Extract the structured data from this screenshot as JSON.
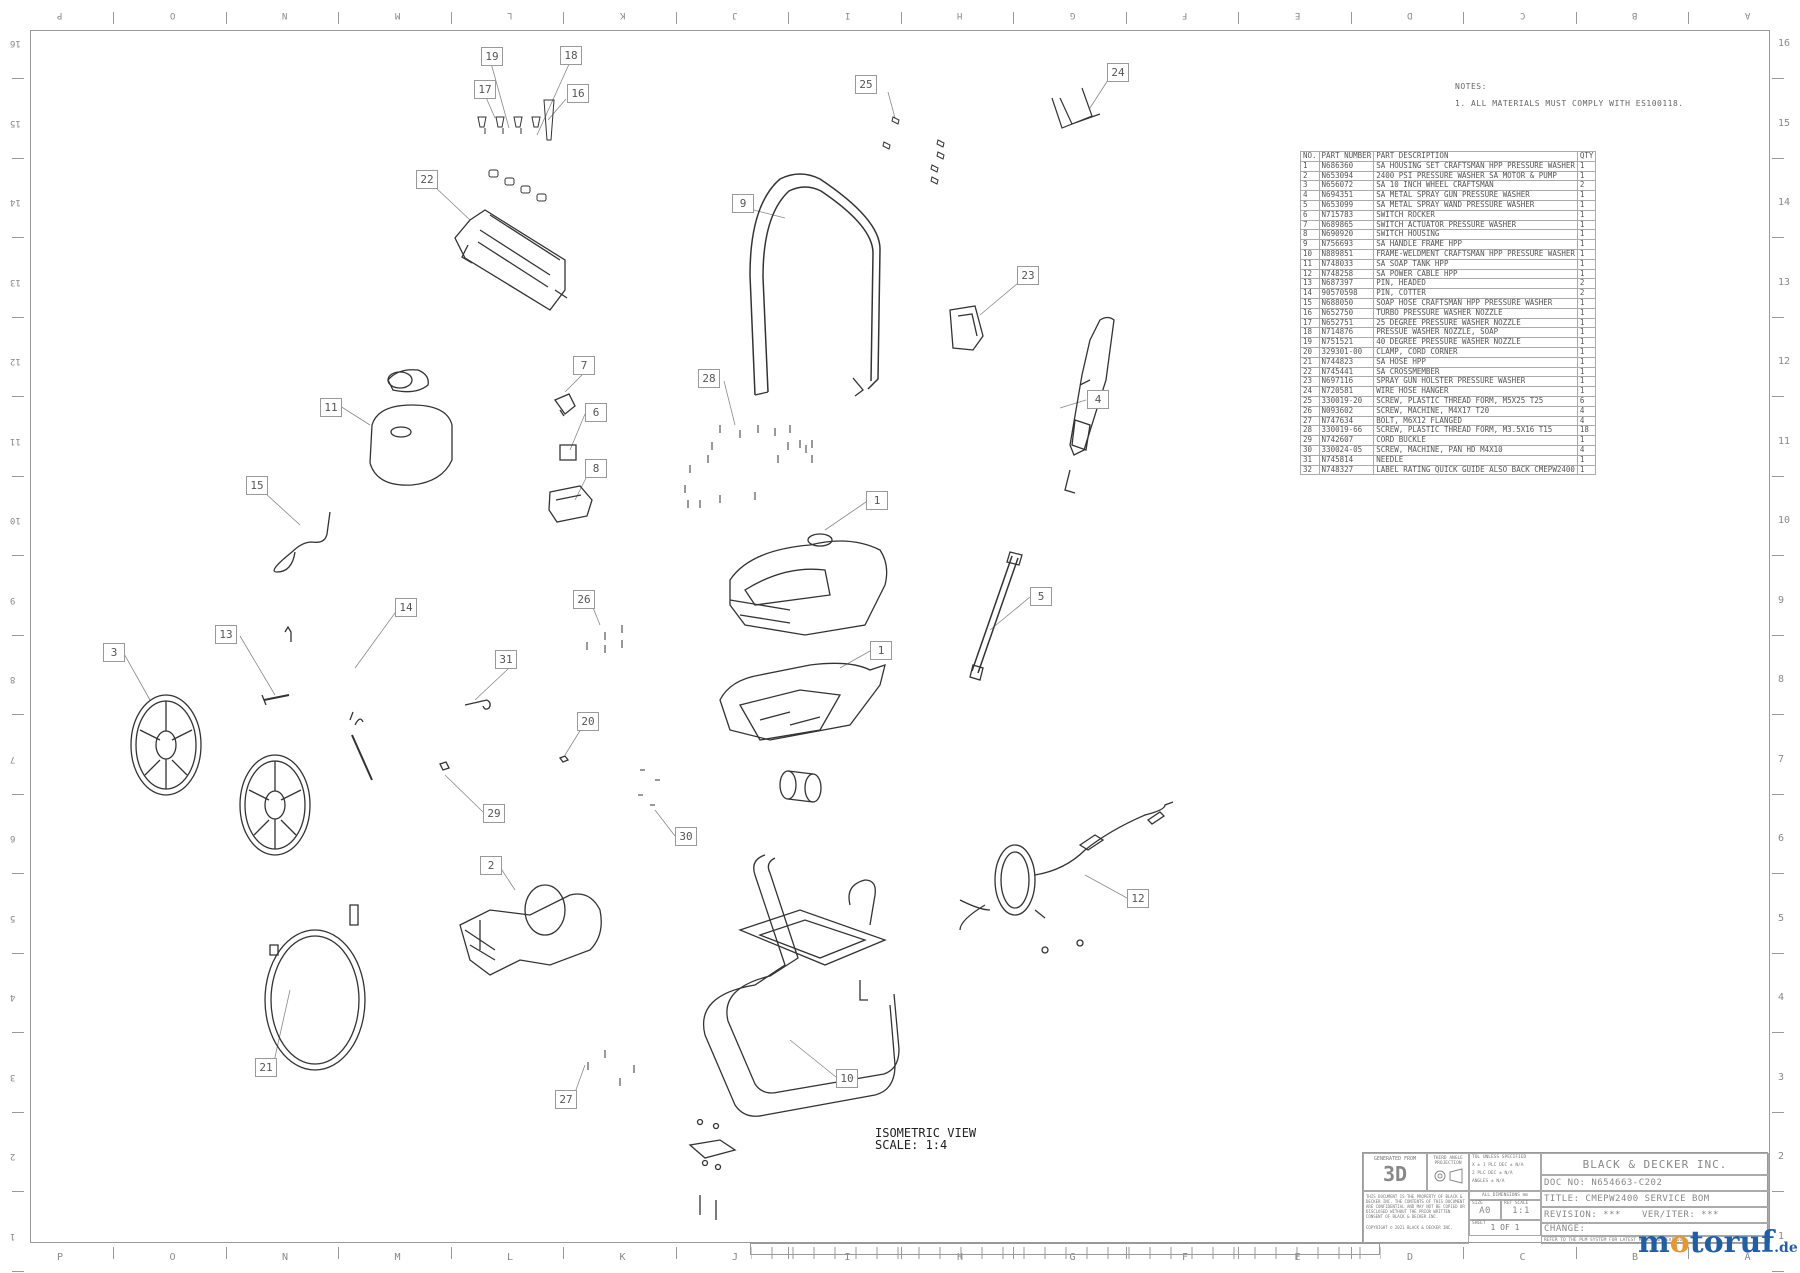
{
  "zones": {
    "top": [
      "P",
      "O",
      "N",
      "M",
      "L",
      "K",
      "J",
      "I",
      "H",
      "G",
      "F",
      "E",
      "D",
      "C",
      "B",
      "A"
    ],
    "bottom": [
      "P",
      "O",
      "N",
      "M",
      "L",
      "K",
      "J",
      "I",
      "H",
      "G",
      "F",
      "E",
      "D",
      "C",
      "B",
      "A"
    ],
    "left": [
      "16",
      "15",
      "14",
      "13",
      "12",
      "11",
      "10",
      "9",
      "8",
      "7",
      "6",
      "5",
      "4",
      "3",
      "2",
      "1"
    ],
    "right": [
      "16",
      "15",
      "14",
      "13",
      "12",
      "11",
      "10",
      "9",
      "8",
      "7",
      "6",
      "5",
      "4",
      "3",
      "2",
      "1"
    ]
  },
  "callouts": [
    "19",
    "18",
    "17",
    "16",
    "25",
    "24",
    "22",
    "9",
    "23",
    "7",
    "28",
    "11",
    "6",
    "4",
    "15",
    "8",
    "1",
    "26",
    "14",
    "5",
    "13",
    "31",
    "3",
    "1",
    "20",
    "29",
    "30",
    "12",
    "2",
    "21",
    "10",
    "27"
  ],
  "notes": {
    "title": "NOTES:",
    "items": [
      "1. ALL MATERIALS MUST COMPLY WITH ES100118."
    ]
  },
  "bom": {
    "headers": [
      "NO.",
      "PART NUMBER",
      "PART DESCRIPTION",
      "QTY"
    ],
    "rows": [
      [
        "1",
        "N686360",
        "SA HOUSING SET CRAFTSMAN HPP PRESSURE WASHER",
        "1"
      ],
      [
        "2",
        "N653094",
        "2400 PSI PRESSURE WASHER SA MOTOR & PUMP",
        "1"
      ],
      [
        "3",
        "N656072",
        "SA 10 INCH WHEEL CRAFTSMAN",
        "2"
      ],
      [
        "4",
        "N694351",
        "SA METAL SPRAY GUN PRESSURE WASHER",
        "1"
      ],
      [
        "5",
        "N653099",
        "SA METAL SPRAY WAND PRESSURE WASHER",
        "1"
      ],
      [
        "6",
        "N715783",
        "SWITCH ROCKER",
        "1"
      ],
      [
        "7",
        "N689865",
        "SWITCH ACTUATOR PRESSURE WASHER",
        "1"
      ],
      [
        "8",
        "N690920",
        "SWITCH HOUSING",
        "1"
      ],
      [
        "9",
        "N756693",
        "SA HANDLE FRAME HPP",
        "1"
      ],
      [
        "10",
        "N889851",
        "FRAME-WELDMENT CRAFTSMAN HPP PRESSURE WASHER",
        "1"
      ],
      [
        "11",
        "N748033",
        "SA SOAP TANK HPP",
        "1"
      ],
      [
        "12",
        "N748258",
        "SA POWER CABLE HPP",
        "1"
      ],
      [
        "13",
        "N687397",
        "PIN, HEADED",
        "2"
      ],
      [
        "14",
        "90570598",
        "PIN, COTTER",
        "2"
      ],
      [
        "15",
        "N688050",
        "SOAP HOSE CRAFTSMAN HPP PRESSURE WASHER",
        "1"
      ],
      [
        "16",
        "N652750",
        "TURBO PRESSURE WASHER NOZZLE",
        "1"
      ],
      [
        "17",
        "N652751",
        "25 DEGREE PRESSURE WASHER NOZZLE",
        "1"
      ],
      [
        "18",
        "N714876",
        "PRESSUE WASHER NOZZLE, SOAP",
        "1"
      ],
      [
        "19",
        "N751521",
        "40 DEGREE PRESSURE WASHER NOZZLE",
        "1"
      ],
      [
        "20",
        "329301-00",
        "CLAMP, CORD CORNER",
        "1"
      ],
      [
        "21",
        "N744823",
        "SA HOSE HPP",
        "1"
      ],
      [
        "22",
        "N745441",
        "SA CROSSMEMBER",
        "1"
      ],
      [
        "23",
        "N697116",
        "SPRAY GUN HOLSTER PRESSURE WASHER",
        "1"
      ],
      [
        "24",
        "N720581",
        "WIRE HOSE HANGER",
        "1"
      ],
      [
        "25",
        "330019-20",
        "SCREW, PLASTIC THREAD FORM, M5X25 T25",
        "6"
      ],
      [
        "26",
        "N093602",
        "SCREW, MACHINE, M4X17 T20",
        "4"
      ],
      [
        "27",
        "N747634",
        "BOLT, M6X12 FLANGED",
        "4"
      ],
      [
        "28",
        "330019-66",
        "SCREW, PLASTIC THREAD FORM, M3.5X16 T15",
        "18"
      ],
      [
        "29",
        "N742607",
        "CORD BUCKLE",
        "1"
      ],
      [
        "30",
        "330024-05",
        "SCREW, MACHINE, PAN HD M4X10",
        "4"
      ],
      [
        "31",
        "N745814",
        "NEEDLE",
        "1"
      ],
      [
        "32",
        "N748327",
        "LABEL RATING QUICK GUIDE ALSO BACK CMEPW2400",
        "1"
      ]
    ]
  },
  "view": {
    "line1": "ISOMETRIC VIEW",
    "line2": "SCALE:  1:4"
  },
  "title_block": {
    "generated_from": "GENERATED FROM",
    "generated_value": "3D",
    "projection": "THIRD ANGLE PROJECTION",
    "tol_title": "TOL UNLESS SPECIFIED",
    "tol_1": "X ± 1  PLC DEC ± N/A",
    "tol_2": "2 PLC DEC  ± N/A",
    "tol_3": "ANGLES  ± N/A",
    "all_dims": "ALL DIMENSIONS mm",
    "size_label": "SIZE",
    "size_value": "A0",
    "scale_label": "REF SCALE",
    "scale_value": "1:1",
    "sheet_label": "SHEET",
    "sheet_value": "1 OF 1",
    "company": "BLACK & DECKER INC.",
    "doc_no": "DOC NO: N654663-C202",
    "title": "TITLE:  CMEPW2400 SERVICE BOM",
    "revision": "REVISION: ***",
    "ver_iter": "VER/ITER: ***",
    "change": "CHANGE:",
    "confidential": "THIS DOCUMENT IS THE PROPERTY OF BLACK & DECKER INC. THE CONTENTS OF THIS DOCUMENT ARE CONFIDENTIAL AND MAY NOT BE COPIED OR DISCLOSED WITHOUT THE PRIOR WRITTEN CONSENT OF BLACK & DECKER INC.",
    "copyright": "COPYRIGHT © 2021 BLACK & DECKER INC.",
    "footer_note": "REFER TO THE PLM SYSTEM FOR LATEST RELEASED REVISION"
  },
  "watermark": {
    "text_a": "m",
    "text_o": "o",
    "text_b": "toruf",
    "domain": ".de"
  }
}
